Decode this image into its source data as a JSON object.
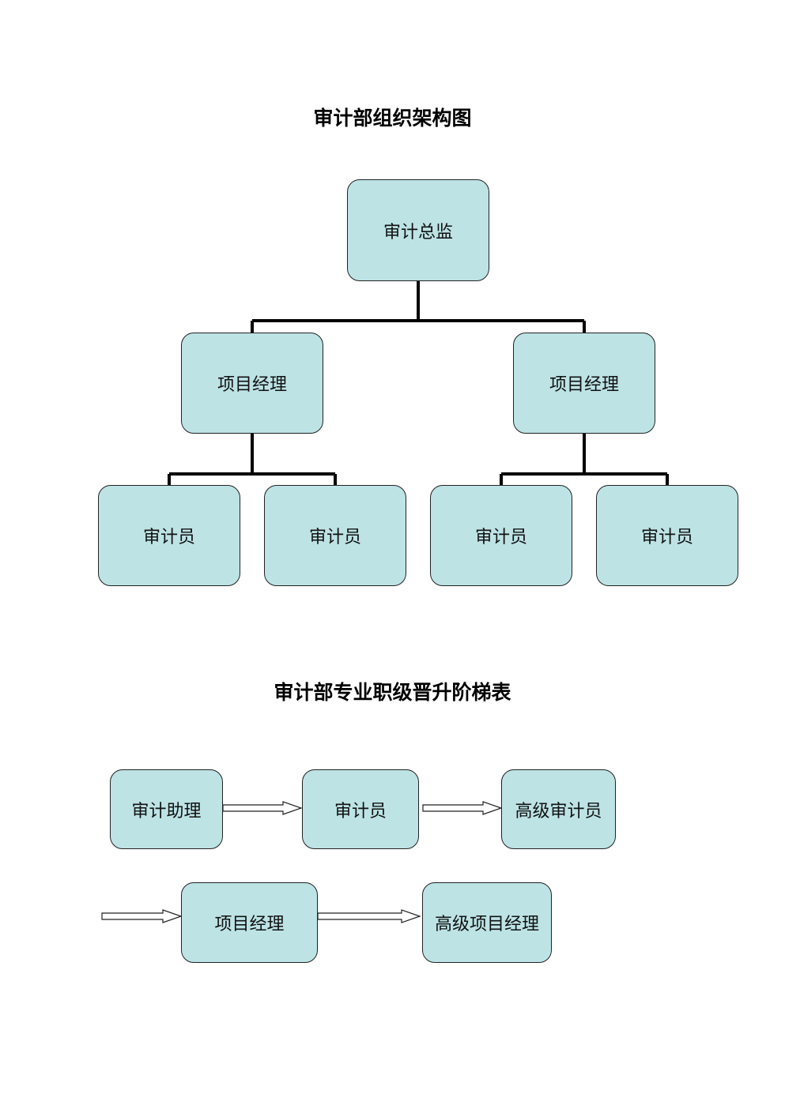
{
  "org_chart": {
    "title": "审计部组织架构图",
    "director": "审计总监",
    "managers": [
      "项目经理",
      "项目经理"
    ],
    "auditors": [
      "审计员",
      "审计员",
      "审计员",
      "审计员"
    ]
  },
  "ladder": {
    "title": "审计部专业职级晋升阶梯表",
    "row1": [
      "审计助理",
      "审计员",
      "高级审计员"
    ],
    "row2": [
      "项目经理",
      "高级项目经理"
    ]
  }
}
